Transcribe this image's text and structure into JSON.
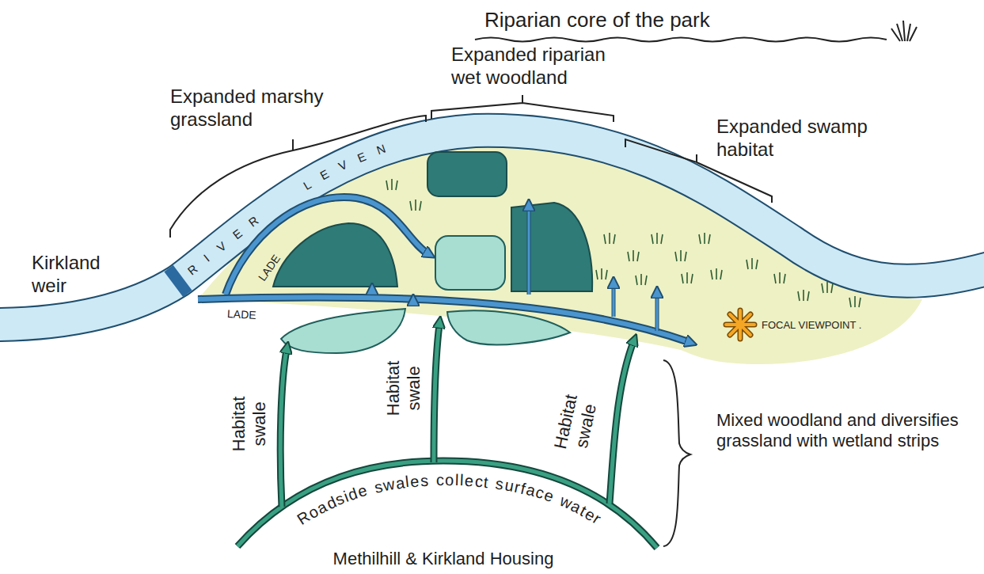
{
  "diagram": {
    "title": "Riparian core of the park",
    "labels": [
      "Expanded marshy grassland",
      "Expanded riparian wet woodland",
      "Expanded swamp habitat",
      "RIVER LEVEN",
      "LADE",
      "LADE",
      "Kirkland weir",
      "Habitat swale",
      "Habitat swale",
      "Habitat swale",
      "Roadside swales collect surface water",
      "FOCAL VIEWPOINT .",
      "Mixed woodland and diversifies grassland with wetland strips",
      "Methilhill & Kirkland Housing"
    ]
  }
}
